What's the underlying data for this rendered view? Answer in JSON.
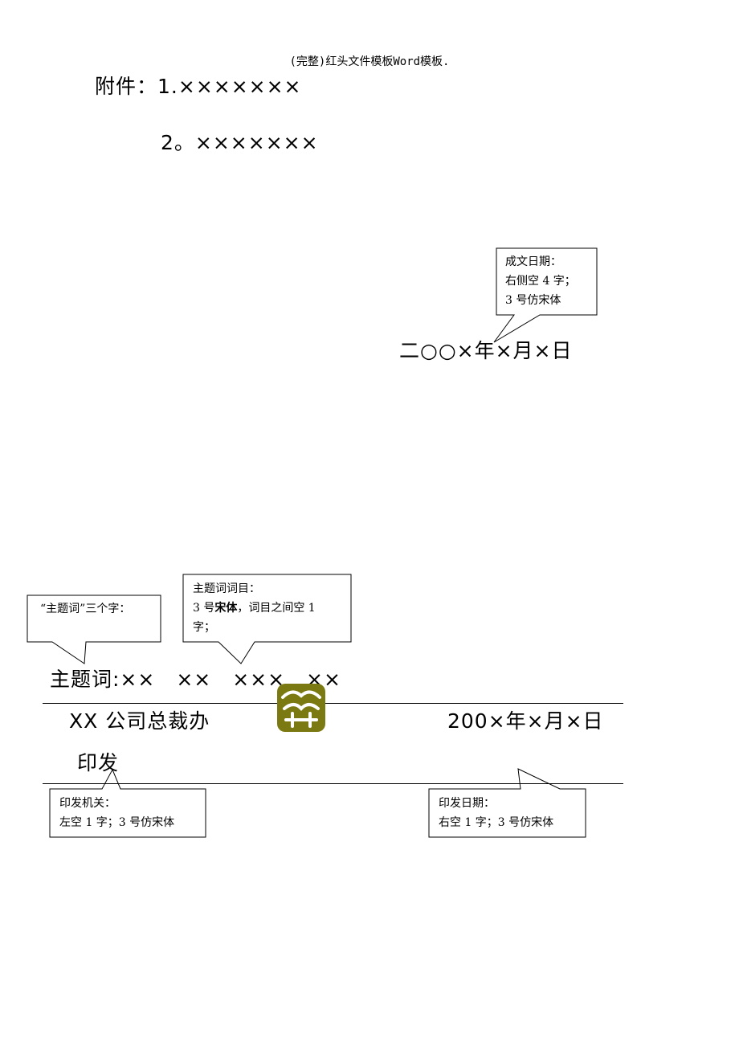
{
  "header": {
    "title": "(完整)红头文件模板Word模板."
  },
  "attachments": {
    "label": "附件：",
    "item1": "1.×××××××",
    "item2": "2。×××××××"
  },
  "date_callout": {
    "line1": "成文日期：",
    "line2": "右侧空 4 字；",
    "line3": "3 号仿宋体"
  },
  "date_text": "二○○×年×月×日",
  "keyword_label_callout": {
    "text": "“主题词”三个字："
  },
  "keyword_items_callout": {
    "line1": "主题词词目：",
    "line2_prefix": "3 号",
    "line2_bold": "宋体",
    "line2_suffix": "，词目之间空 1",
    "line3": "字；"
  },
  "keywords_line": "主题词:××　××　×××　××",
  "issuer": {
    "office": "XX 公司总裁办",
    "issue_date": "200×年×月×日",
    "issue_word": "印发"
  },
  "issuer_callout": {
    "line1": "印发机关：",
    "line2": "左空 1 字；3 号仿宋体"
  },
  "issue_date_callout": {
    "line1": "印发日期：",
    "line2": "右空 1 字；3 号仿宋体"
  },
  "colors": {
    "seal": "#7b7a12"
  }
}
